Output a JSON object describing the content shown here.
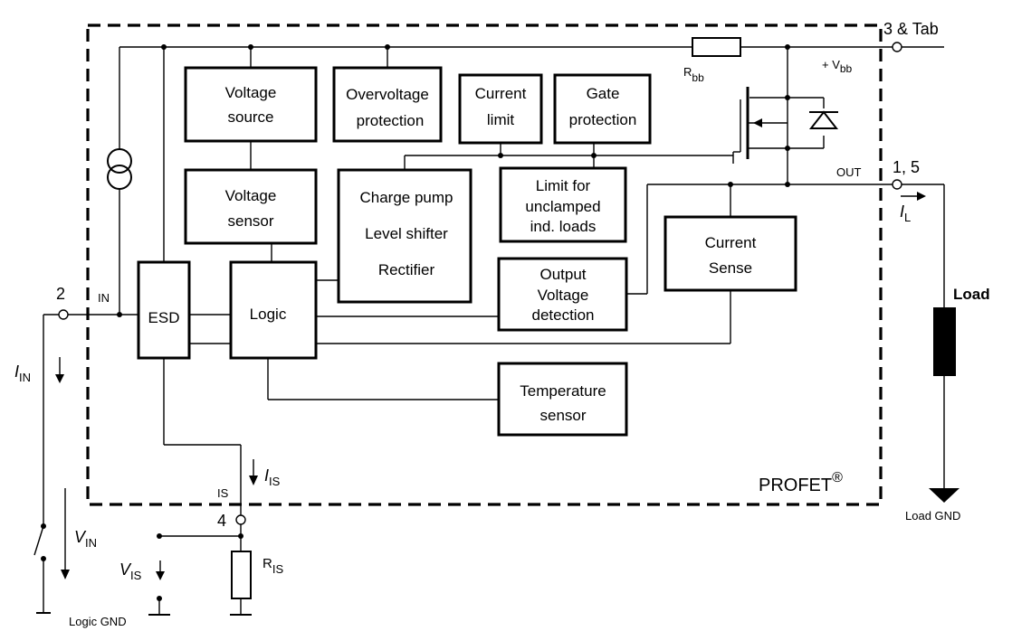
{
  "blocks": {
    "voltage_source": [
      "Voltage",
      "source"
    ],
    "overvoltage": [
      "Overvoltage",
      "protection"
    ],
    "current_limit": [
      "Current",
      "limit"
    ],
    "gate_protection": [
      "Gate",
      "protection"
    ],
    "voltage_sensor": [
      "Voltage",
      "sensor"
    ],
    "charge_pump": [
      "Charge pump",
      "Level shifter",
      "Rectifier"
    ],
    "limit_unclamped": [
      "Limit for",
      "unclamped",
      "ind. loads"
    ],
    "esd": "ESD",
    "logic": "Logic",
    "output_voltage": [
      "Output",
      "Voltage",
      "detection"
    ],
    "current_sense": [
      "Current",
      "Sense"
    ],
    "temperature": [
      "Temperature",
      "sensor"
    ]
  },
  "pins": {
    "vbb_pin": "3 & Tab",
    "out_pin": "1, 5",
    "in_pin": "2",
    "is_pin": "4"
  },
  "labels": {
    "vbb": "+ V",
    "vbb_sub": "bb",
    "rbb": "R",
    "rbb_sub": "bb",
    "out": "OUT",
    "in": "IN",
    "is": "IS",
    "il": "I",
    "il_sub": "L",
    "iin": "I",
    "iin_sub": "IN",
    "iis": "I",
    "iis_sub": "IS",
    "vin": "V",
    "vin_sub": "IN",
    "vis": "V",
    "vis_sub": "IS",
    "ris": "R",
    "ris_sub": "IS",
    "load": "Load",
    "load_gnd": "Load GND",
    "logic_gnd": "Logic GND",
    "profet": "PROFET",
    "profet_reg": "®"
  }
}
